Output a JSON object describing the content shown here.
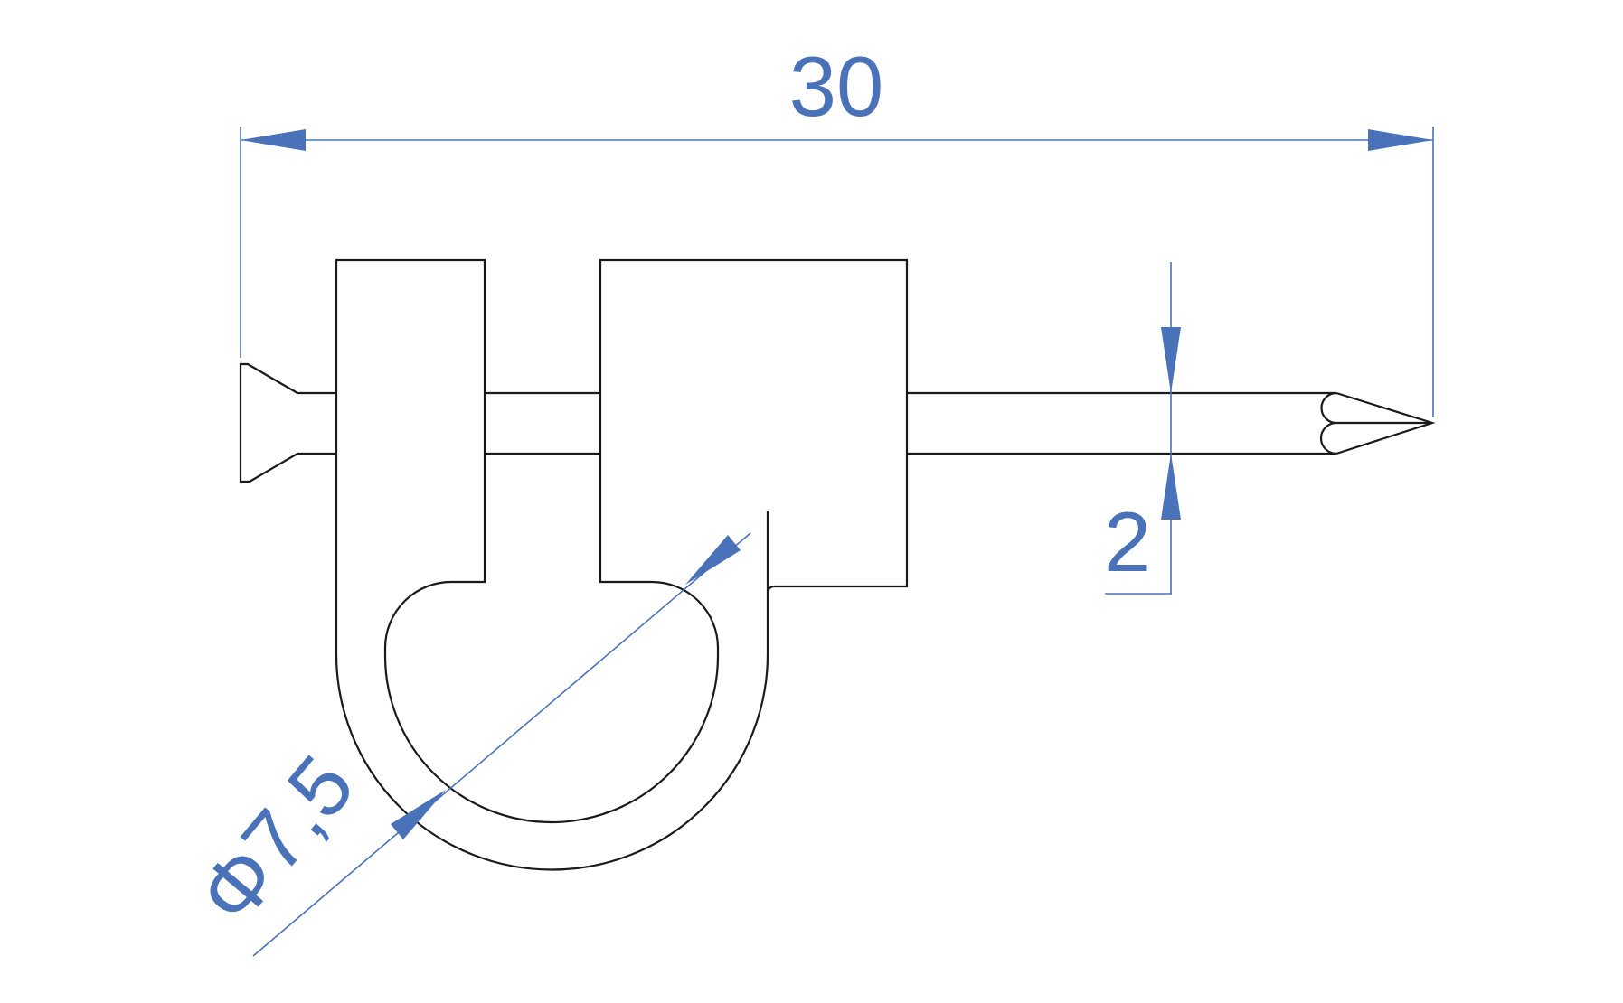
{
  "drawing": {
    "dimensions": {
      "overall_length": "30",
      "nail_diameter": "2",
      "clip_diameter": "Φ7,5"
    },
    "colors": {
      "part_outline": "#1a1a1a",
      "dimension": "#4a72b8",
      "background": "#ffffff"
    }
  }
}
